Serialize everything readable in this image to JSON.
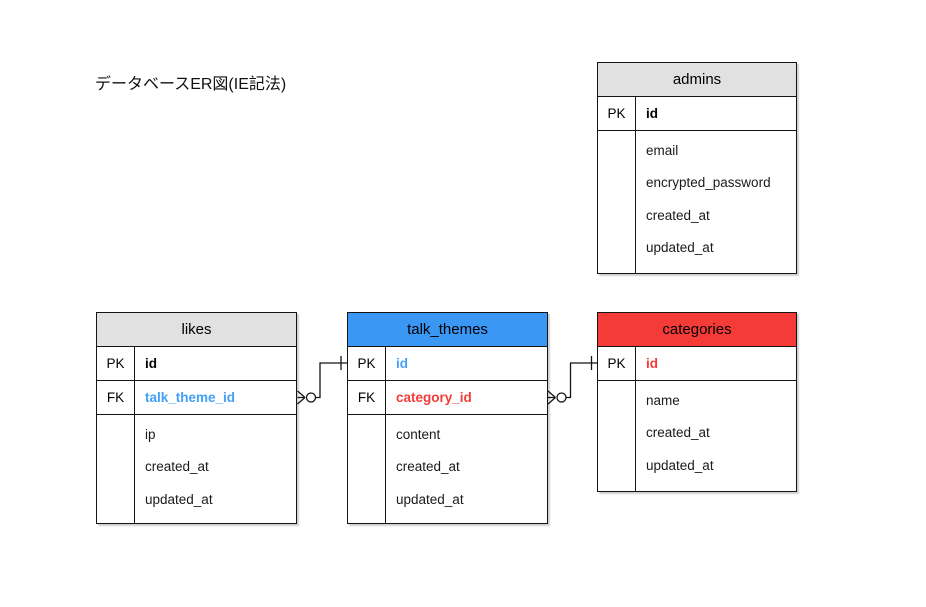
{
  "title": "データベースER図(IE記法)",
  "colors": {
    "table_header_gray": "#e1e1e1",
    "table_header_blue": "#3a97f4",
    "table_header_red": "#f43b38",
    "fk_blue_text": "#42a0f7",
    "fk_red_text": "#f43b38",
    "border": "#141414",
    "background": "#ffffff"
  },
  "diagram": {
    "notation": "IE",
    "tables": [
      {
        "name": "admins",
        "header_bg": "#e1e1e1",
        "header_text_color": "#000000",
        "key_rows": [
          {
            "key": "PK",
            "field": "id",
            "field_color": "#000000"
          }
        ],
        "attributes": [
          "email",
          "encrypted_password",
          "created_at",
          "updated_at"
        ]
      },
      {
        "name": "likes",
        "header_bg": "#e1e1e1",
        "header_text_color": "#000000",
        "key_rows": [
          {
            "key": "PK",
            "field": "id",
            "field_color": "#000000"
          },
          {
            "key": "FK",
            "field": "talk_theme_id",
            "field_color": "#42a0f7"
          }
        ],
        "attributes": [
          "ip",
          "created_at",
          "updated_at"
        ]
      },
      {
        "name": "talk_themes",
        "header_bg": "#3a97f4",
        "header_text_color": "#000000",
        "key_rows": [
          {
            "key": "PK",
            "field": "id",
            "field_color": "#42a0f7"
          },
          {
            "key": "FK",
            "field": "category_id",
            "field_color": "#f43b38"
          }
        ],
        "attributes": [
          "content",
          "created_at",
          "updated_at"
        ]
      },
      {
        "name": "categories",
        "header_bg": "#f43b38",
        "header_text_color": "#000000",
        "key_rows": [
          {
            "key": "PK",
            "field": "id",
            "field_color": "#f43b38"
          }
        ],
        "attributes": [
          "name",
          "created_at",
          "updated_at"
        ]
      }
    ],
    "relationships": [
      {
        "from_table": "likes",
        "from_field": "talk_theme_id",
        "to_table": "talk_themes",
        "to_field": "id",
        "from_cardinality": "zero-or-many",
        "to_cardinality": "one"
      },
      {
        "from_table": "talk_themes",
        "from_field": "category_id",
        "to_table": "categories",
        "to_field": "id",
        "from_cardinality": "zero-or-many",
        "to_cardinality": "one"
      }
    ]
  }
}
